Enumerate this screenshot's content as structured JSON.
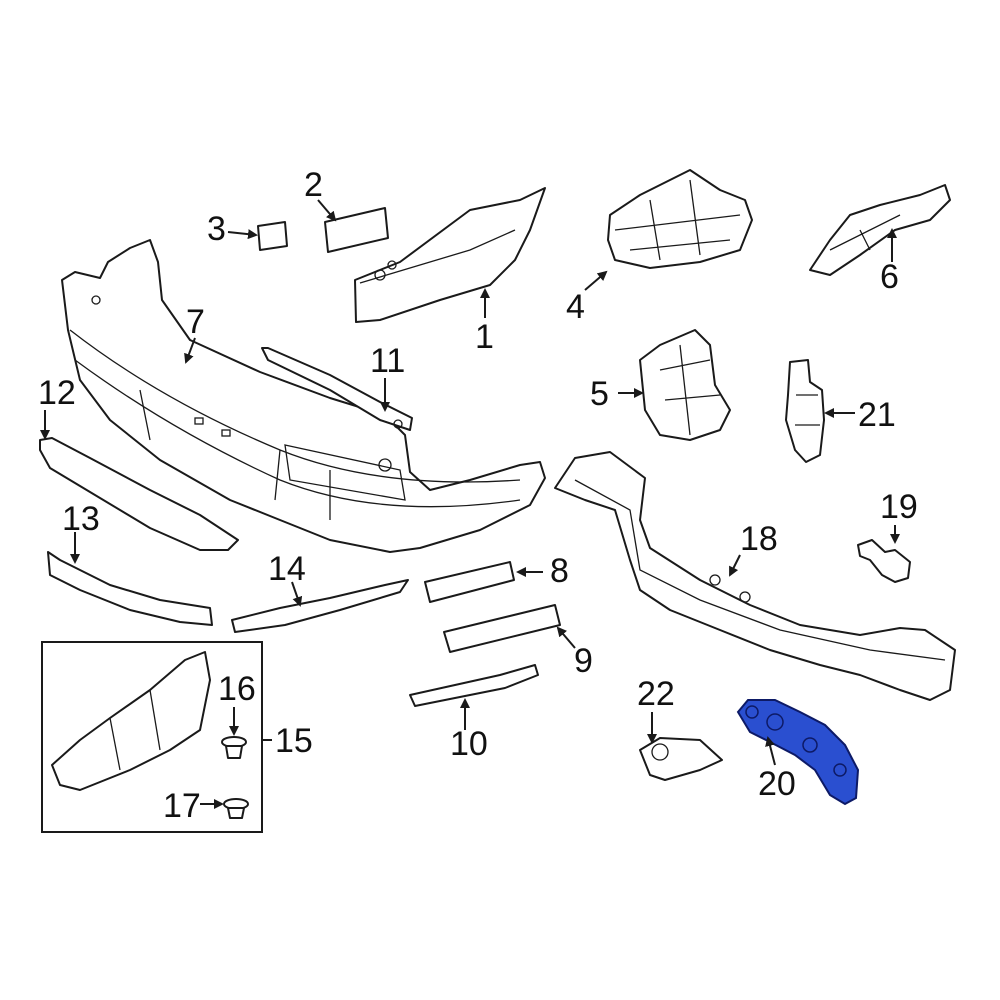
{
  "callouts": [
    {
      "id": "1",
      "label": "1"
    },
    {
      "id": "2",
      "label": "2"
    },
    {
      "id": "3",
      "label": "3"
    },
    {
      "id": "4",
      "label": "4"
    },
    {
      "id": "5",
      "label": "5"
    },
    {
      "id": "6",
      "label": "6"
    },
    {
      "id": "7",
      "label": "7"
    },
    {
      "id": "8",
      "label": "8"
    },
    {
      "id": "9",
      "label": "9"
    },
    {
      "id": "10",
      "label": "10"
    },
    {
      "id": "11",
      "label": "11"
    },
    {
      "id": "12",
      "label": "12"
    },
    {
      "id": "13",
      "label": "13"
    },
    {
      "id": "14",
      "label": "14"
    },
    {
      "id": "15",
      "label": "15"
    },
    {
      "id": "16",
      "label": "16"
    },
    {
      "id": "17",
      "label": "17"
    },
    {
      "id": "18",
      "label": "18"
    },
    {
      "id": "19",
      "label": "19"
    },
    {
      "id": "20",
      "label": "20"
    },
    {
      "id": "21",
      "label": "21"
    },
    {
      "id": "22",
      "label": "22"
    }
  ],
  "highlight": {
    "part": "20",
    "color": "#2a4fd0"
  }
}
